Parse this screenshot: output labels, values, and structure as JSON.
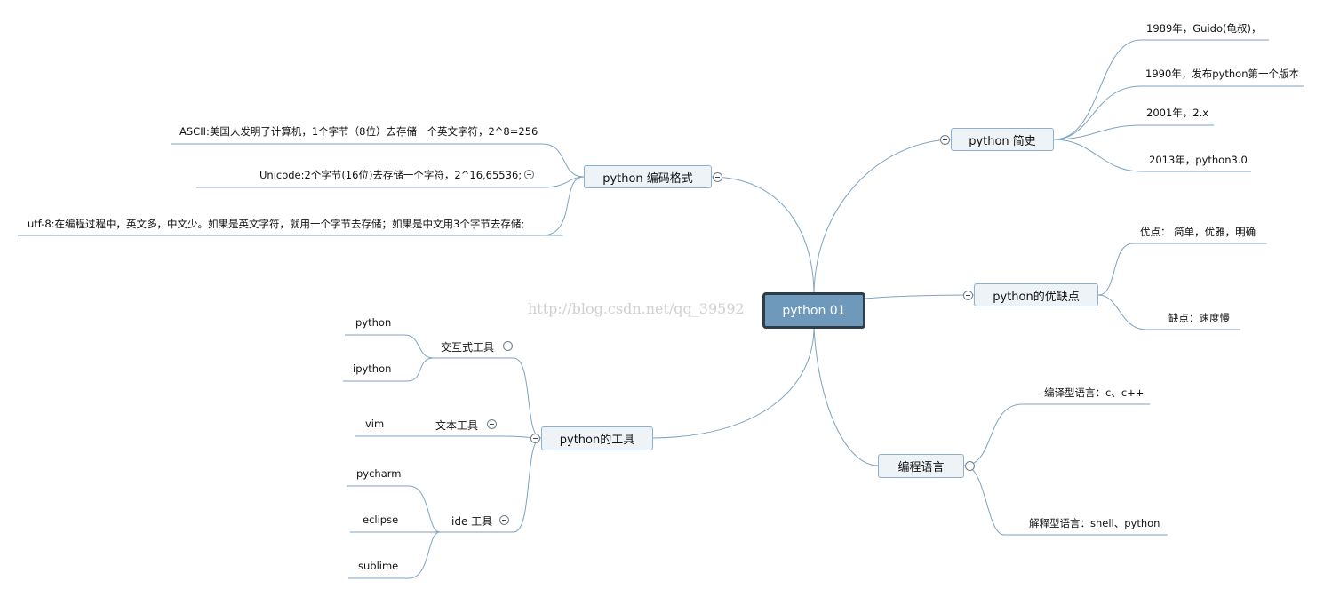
{
  "central": {
    "label": "python 01"
  },
  "branches": {
    "history": {
      "label": "python 简史",
      "items": [
        "1989年，Guido(龟叔)，",
        "1990年，发布python第一个版本",
        "2001年，2.x",
        "2013年，python3.0"
      ]
    },
    "encoding": {
      "label": "python 编码格式",
      "items": [
        "ASCII:美国人发明了计算机，1个字节（8位）去存储一个英文字符，2^8=256",
        "Unicode:2个字节(16位)去存储一个字符，2^16,65536;",
        "utf-8:在编程过程中，英文多，中文少。如果是英文字符，就用一个字节去存储；如果是中文用3个字节去存储;"
      ]
    },
    "pros_cons": {
      "label": "python的优缺点",
      "items": [
        "优点：  简单，优雅，明确",
        "缺点：速度慢"
      ]
    },
    "tools": {
      "label": "python的工具",
      "interactive": {
        "label": "交互式工具",
        "items": [
          "python",
          "ipython"
        ]
      },
      "editor": {
        "label": "文本工具",
        "items": [
          "vim"
        ]
      },
      "ide": {
        "label": "ide 工具",
        "items": [
          "pycharm",
          "eclipse",
          "sublime"
        ]
      }
    },
    "languages": {
      "label": "编程语言",
      "items": [
        "编译型语言：c、c++",
        "解释型语言：shell、python"
      ]
    }
  },
  "watermark": "http://blog.csdn.net/qq_39592"
}
